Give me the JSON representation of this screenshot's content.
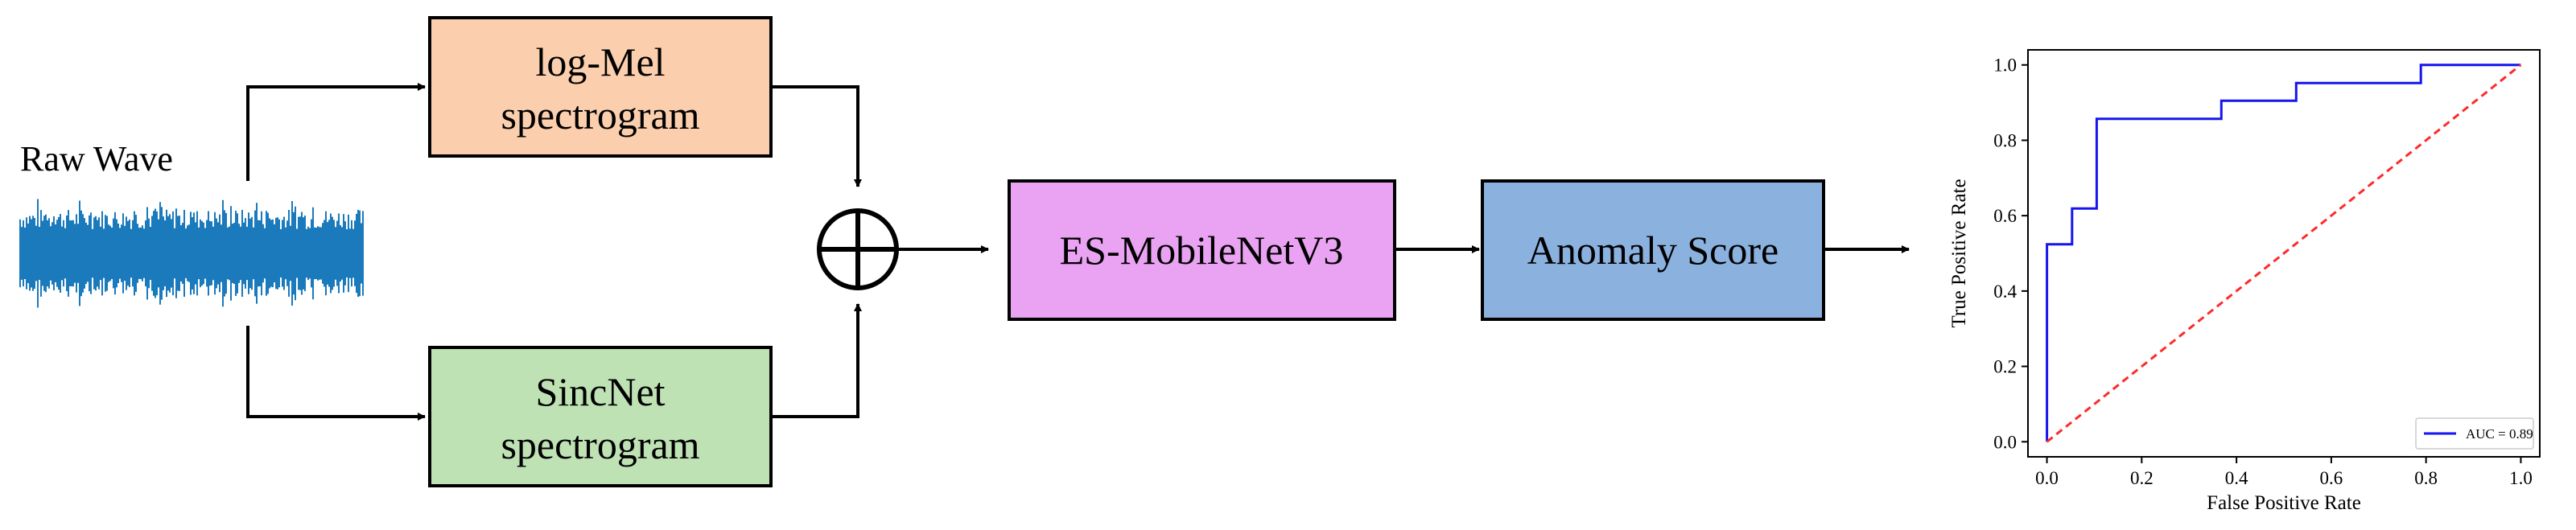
{
  "colors": {
    "logmel_fill": "#fbcfae",
    "sincnet_fill": "#bfe2b5",
    "mobilenet_fill": "#e9a3f2",
    "anomaly_fill": "#8bb1df",
    "waveform": "#1a7abc",
    "roc_curve": "#1515f0",
    "baseline": "#ff2a2a"
  },
  "input": {
    "label": "Raw Wave"
  },
  "nodes": {
    "logmel": {
      "line1": "log-Mel",
      "line2": "spectrogram"
    },
    "sincnet": {
      "line1": "SincNet",
      "line2": "spectrogram"
    },
    "mobilenet": {
      "label": "ES-MobileNetV3"
    },
    "anomaly": {
      "label": "Anomaly Score"
    }
  },
  "fusion": {
    "symbol": "⊕"
  },
  "chart_data": {
    "type": "line",
    "xlabel": "False Positive Rate",
    "ylabel": "True Positive Rate",
    "xlim": [
      -0.04,
      1.04
    ],
    "ylim": [
      -0.04,
      1.04
    ],
    "xticks": [
      "0.0",
      "0.2",
      "0.4",
      "0.6",
      "0.8",
      "1.0"
    ],
    "yticks": [
      "0.0",
      "0.2",
      "0.4",
      "0.6",
      "0.8",
      "1.0"
    ],
    "legend_position": "bottom-right",
    "series": [
      {
        "name": "AUC = 0.89",
        "x": [
          0.0,
          0.0,
          0.053,
          0.053,
          0.105,
          0.105,
          0.368,
          0.368,
          0.526,
          0.526,
          0.789,
          0.789,
          1.0
        ],
        "y": [
          0.0,
          0.524,
          0.524,
          0.619,
          0.619,
          0.857,
          0.857,
          0.905,
          0.905,
          0.952,
          0.952,
          1.0,
          1.0
        ],
        "style": "solid"
      },
      {
        "x": [
          0.0,
          1.0
        ],
        "y": [
          0.0,
          1.0
        ],
        "style": "dashed"
      }
    ]
  }
}
